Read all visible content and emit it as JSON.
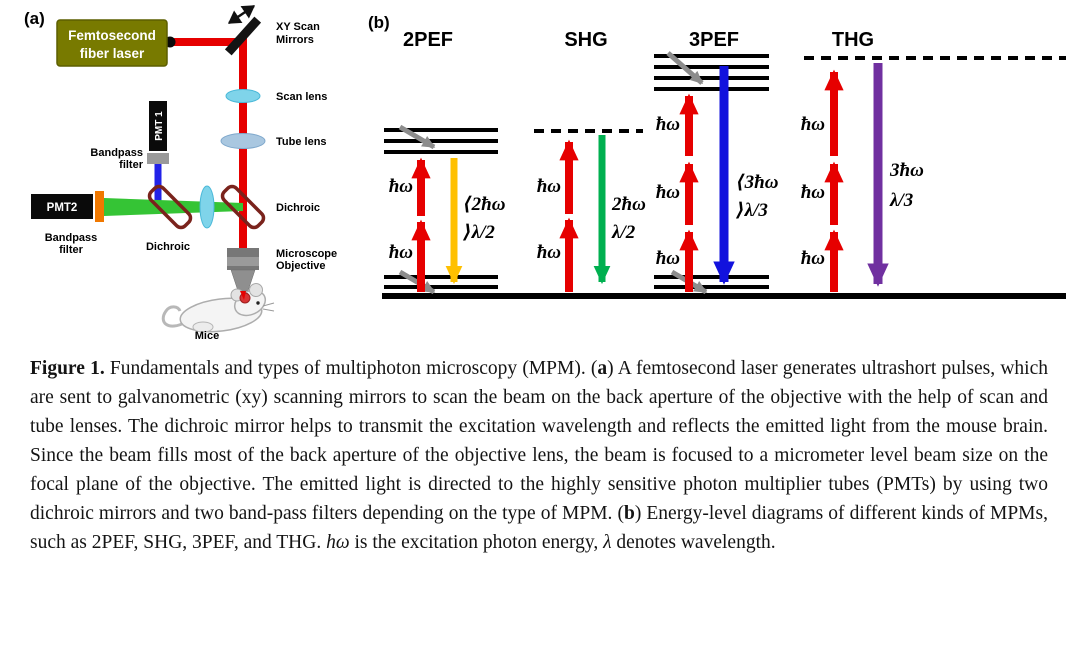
{
  "panel_a": {
    "tag": "(a)",
    "laser_line1": "Femtosecond",
    "laser_line2": "fiber laser",
    "xy_scan_line1": "XY Scan",
    "xy_scan_line2": "Mirrors",
    "scan_lens": "Scan lens",
    "tube_lens": "Tube lens",
    "pmt1": "PMT 1",
    "pmt2": "PMT2",
    "bandpass_top_line1": "Bandpass",
    "bandpass_top_line2": "filter",
    "bandpass_bottom_line1": "Bandpass",
    "bandpass_bottom_line2": "filter",
    "dichroic_right": "Dichroic",
    "dichroic_bottom": "Dichroic",
    "objective_line1": "Microscope",
    "objective_line2": "Objective",
    "mice": "Mice"
  },
  "panel_b": {
    "tag": "(b)",
    "columns": [
      {
        "title": "2PEF",
        "absorption": [
          "ħω",
          "ħω"
        ],
        "emission": [
          "⟨2ħω",
          "⟩λ/2"
        ]
      },
      {
        "title": "SHG",
        "absorption": [
          "ħω",
          "ħω"
        ],
        "emission": [
          "2ħω",
          "λ/2"
        ]
      },
      {
        "title": "3PEF",
        "absorption": [
          "ħω",
          "ħω",
          "ħω"
        ],
        "emission": [
          "⟨3ħω",
          "⟩λ/3"
        ]
      },
      {
        "title": "THG",
        "absorption": [
          "ħω",
          "ħω",
          "ħω"
        ],
        "emission": [
          "3ħω",
          "λ/3"
        ]
      }
    ]
  },
  "caption": {
    "segments": [
      {
        "text": "Figure 1.",
        "style": "bold"
      },
      {
        "text": " Fundamentals and types of multiphoton microscopy (MPM). (",
        "style": "regular"
      },
      {
        "text": "a",
        "style": "bold"
      },
      {
        "text": ") A femtosecond laser generates ultrashort pulses, which are sent to galvanometric (xy) scanning mirrors to scan the beam on the back aperture of the objective with the help of scan and tube lenses. The dichroic mirror helps to transmit the excitation wavelength and reflects the emitted light from the mouse brain. Since the beam fills most of the back aperture of the objective lens, the beam is focused to a micrometer level beam size on the focal plane of the objective. The emitted light is directed to the highly sensitive photon multiplier tubes (PMTs) by using two dichroic mirrors and two band-pass filters depending on the type of MPM. (",
        "style": "regular"
      },
      {
        "text": "b",
        "style": "bold"
      },
      {
        "text": ") Energy-level diagrams of different kinds of MPMs, such as 2PEF, SHG, 3PEF, and THG. ",
        "style": "regular"
      },
      {
        "text": "hω",
        "style": "italic"
      },
      {
        "text": " is the excitation photon energy, ",
        "style": "regular"
      },
      {
        "text": "λ",
        "style": "italic"
      },
      {
        "text": " denotes wavelength.",
        "style": "regular"
      }
    ]
  },
  "colors": {
    "excitation_red": "#e60000",
    "pef2_emission_yellow": "#ffc000",
    "shg_emission_green": "#00b050",
    "pef3_emission_blue": "#1212dd",
    "thg_emission_purple": "#7030a0",
    "relaxation_gray": "#8c8c8c",
    "laser_box_olive": "#787a00",
    "collected_blue_beam": "#2222e8",
    "collected_green_beam": "#35c435",
    "dichroic_outline_maroon": "#7a231c",
    "levels_black": "#000000"
  }
}
